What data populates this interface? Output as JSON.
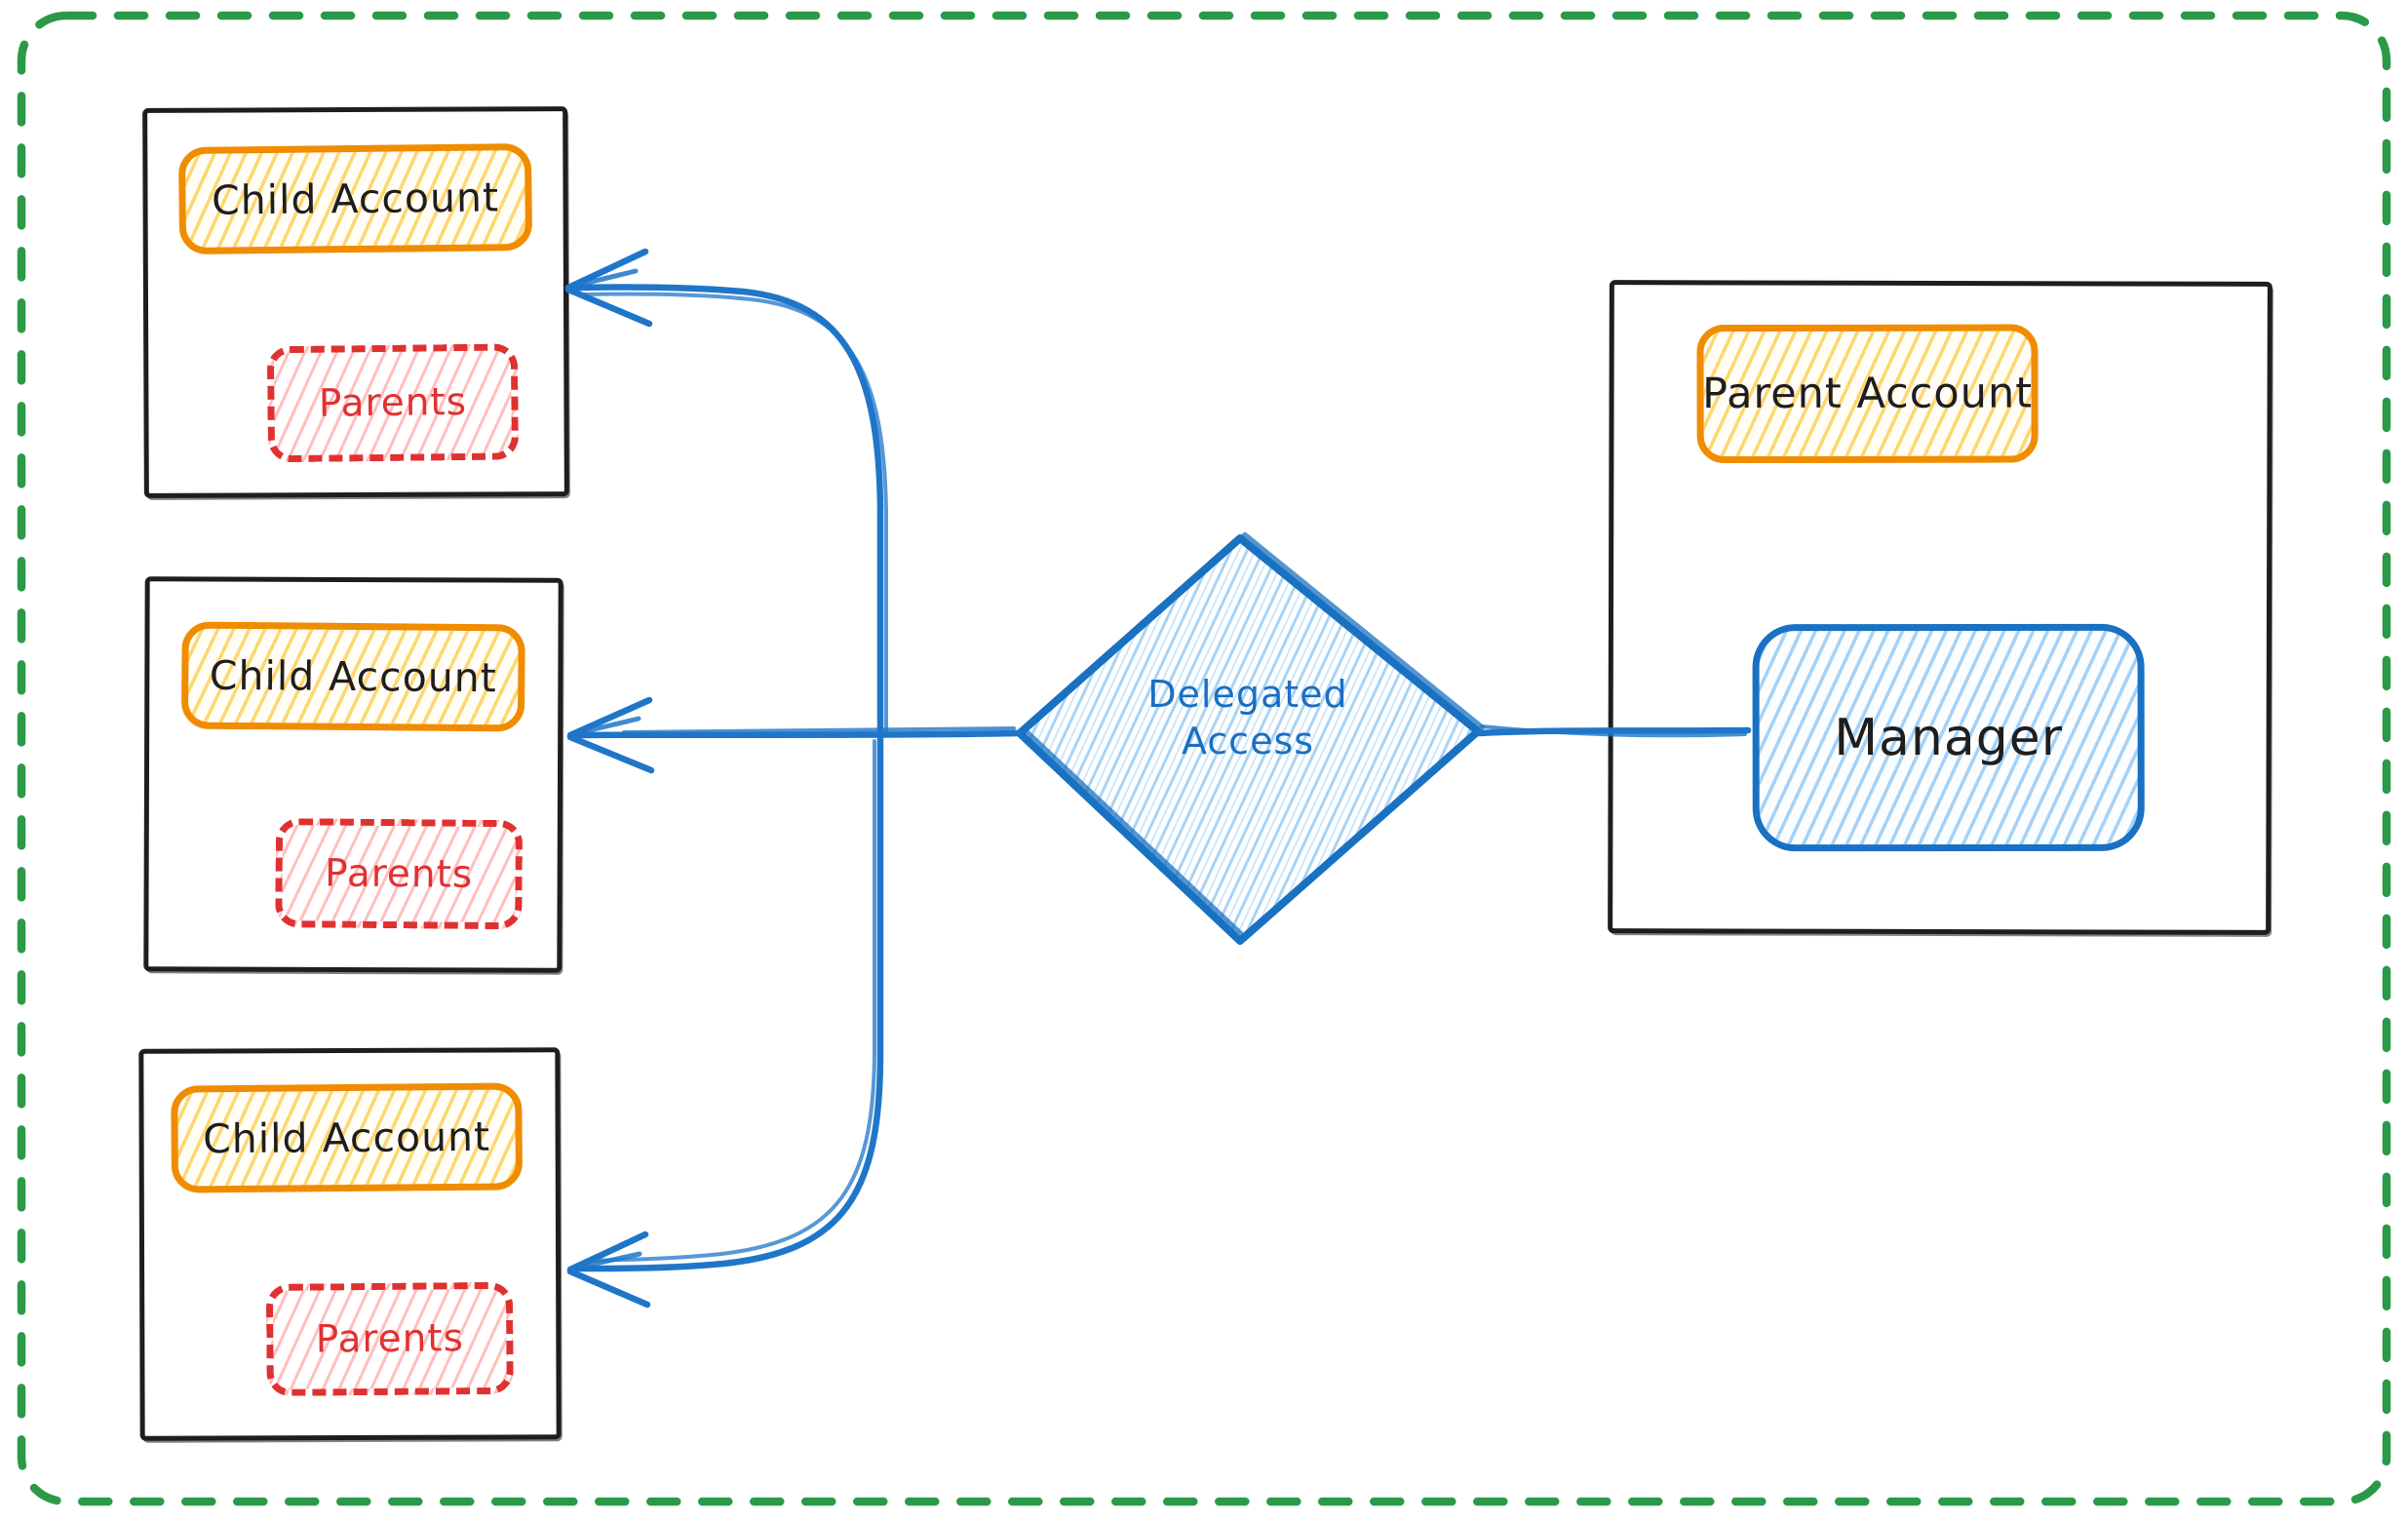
{
  "diagram": {
    "child_groups": [
      {
        "account_label": "Child Account",
        "parents_label": "Parents"
      },
      {
        "account_label": "Child Account",
        "parents_label": "Parents"
      },
      {
        "account_label": "Child Account",
        "parents_label": "Parents"
      }
    ],
    "parent_group": {
      "account_label": "Parent Account",
      "manager_label": "Manager"
    },
    "decision": {
      "line1": "Delegated",
      "line2": "Access"
    },
    "colors": {
      "canvas_border_green": "#2b9a48",
      "box_stroke_black": "#1e1e1e",
      "account_orange": "#f08c00",
      "parents_red": "#e03131",
      "manager_blue": "#1971c2",
      "arrow_blue": "#1f76c9",
      "diamond_hatch_blue": "#a8d3f5"
    }
  }
}
